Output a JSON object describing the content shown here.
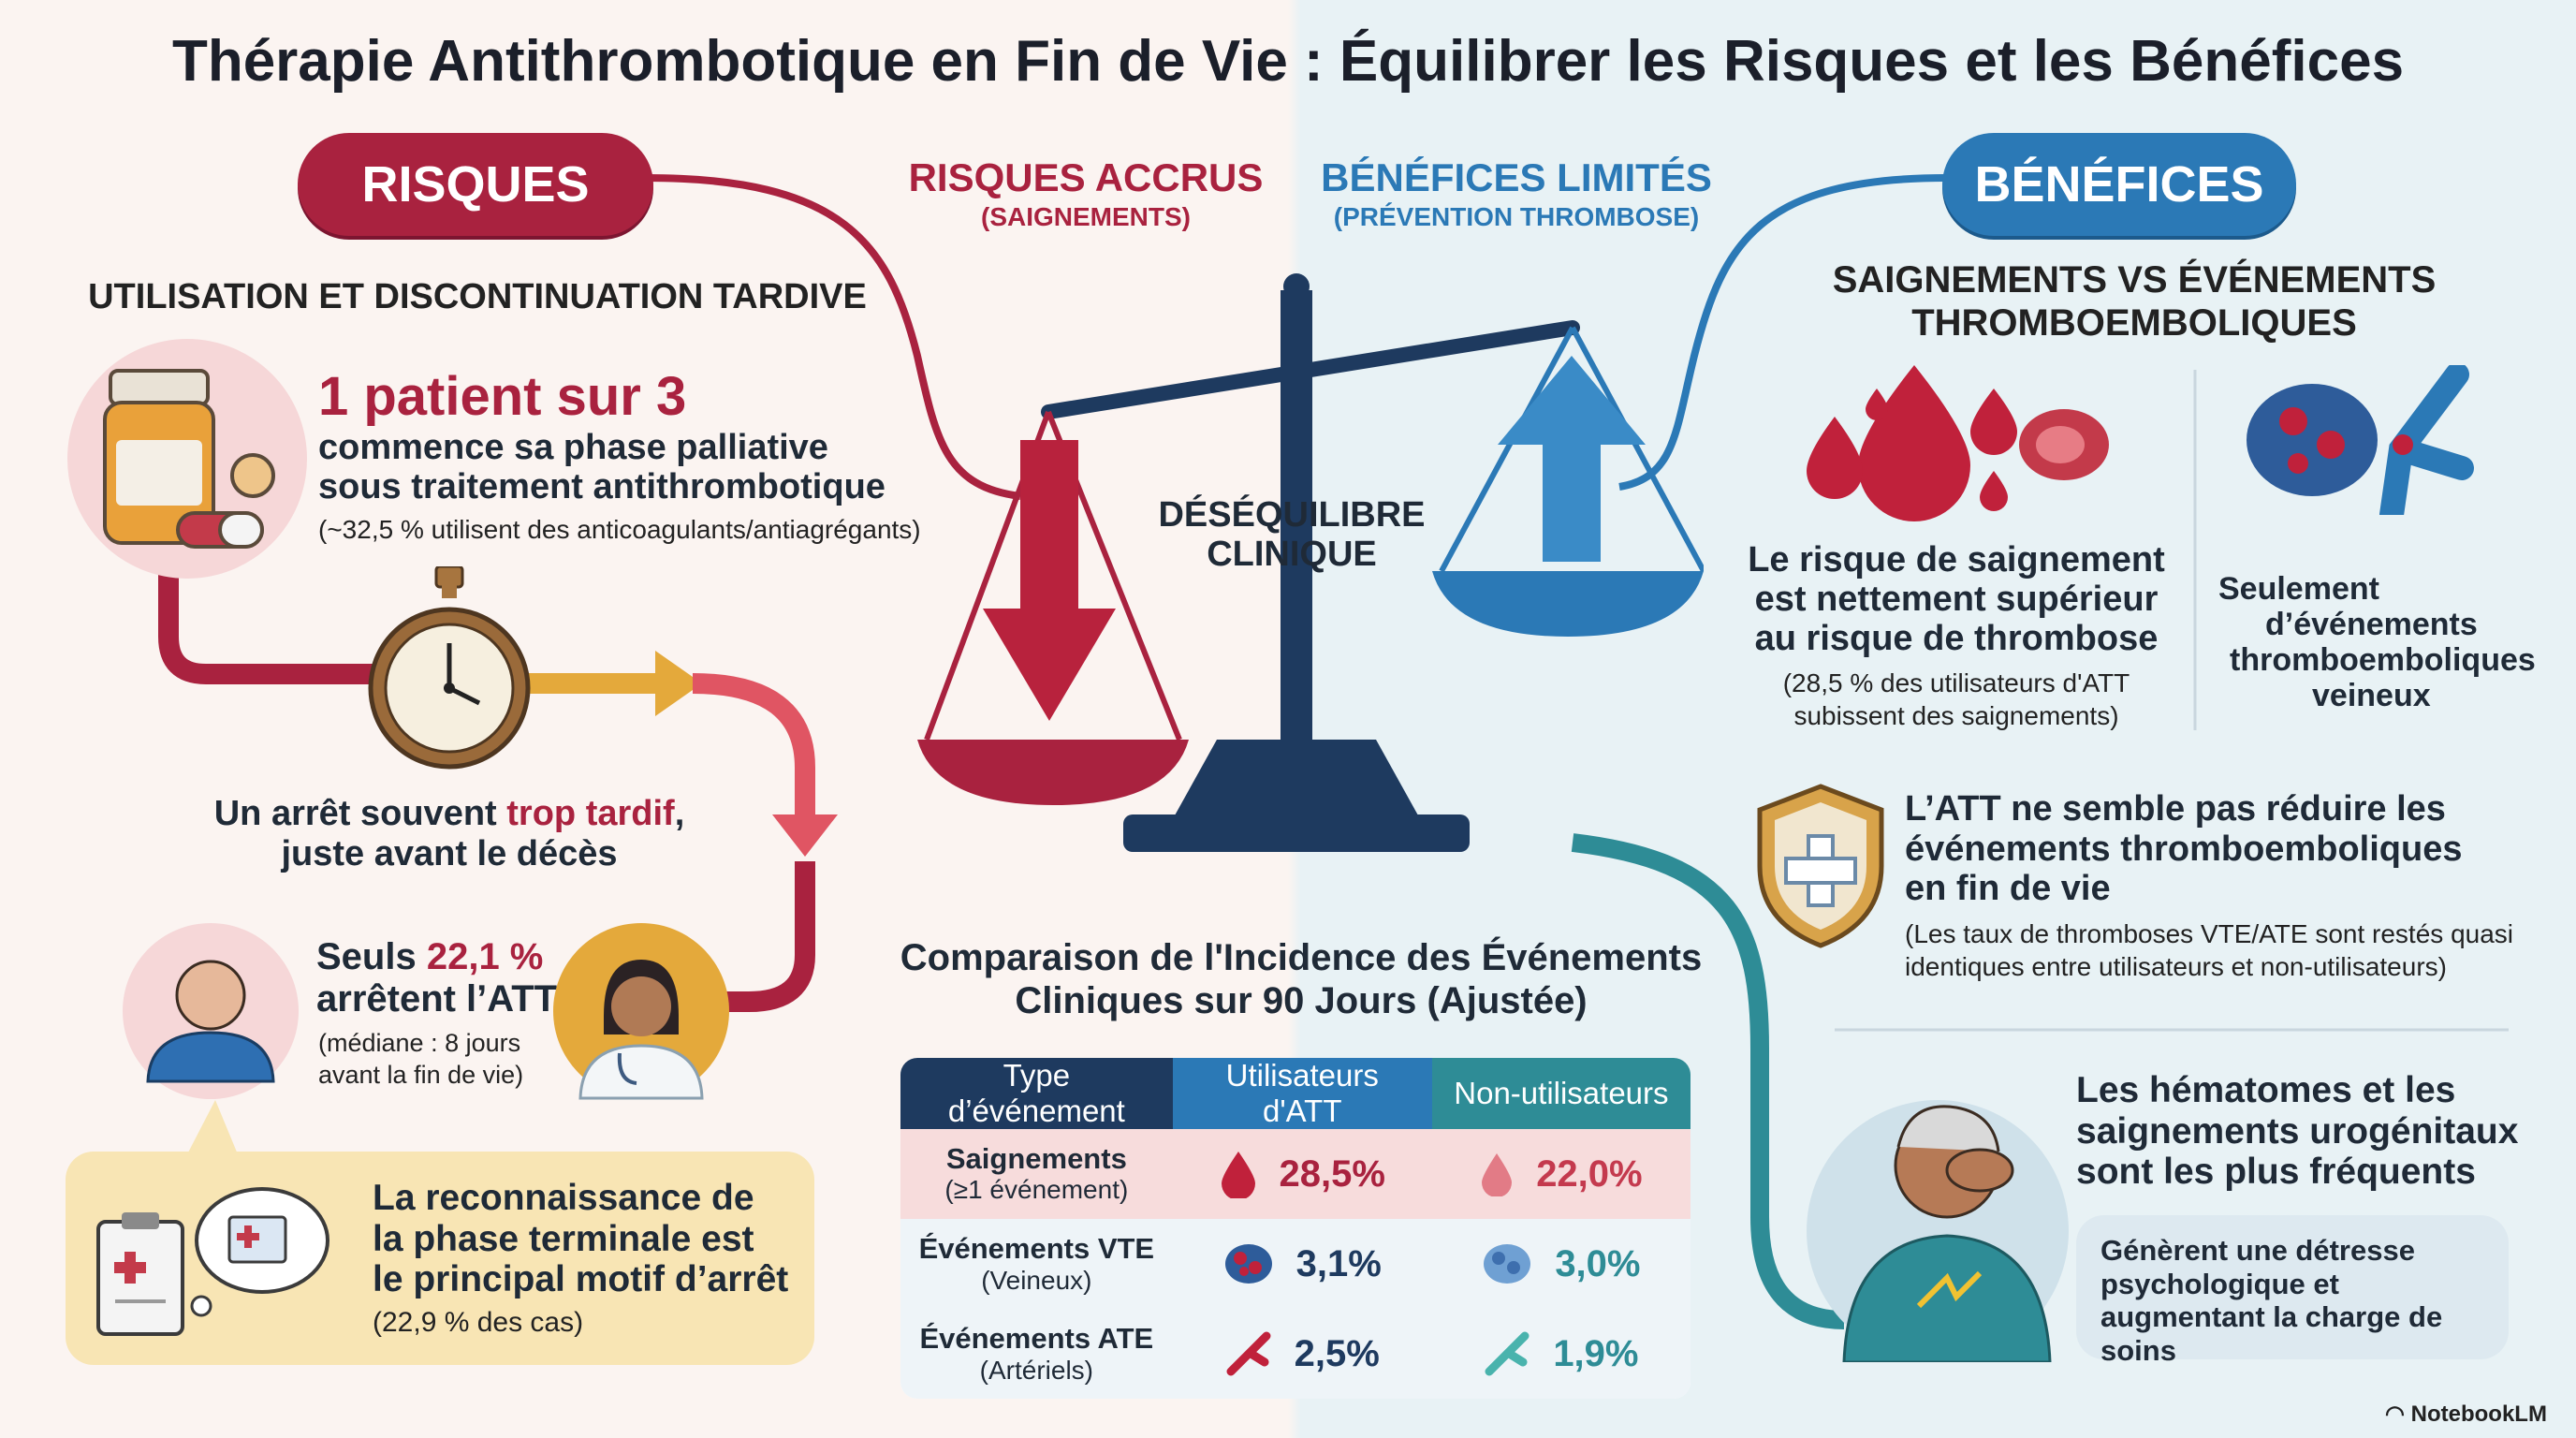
{
  "title": "Thérapie Antithrombotique en Fin de Vie : Équilibrer les Risques et les Bénéfices",
  "left": {
    "pill": "RISQUES",
    "heading": "UTILISATION ET DISCONTINUATION TARDIVE",
    "stat_big": "1 patient sur 3",
    "stat_text": "commence sa phase palliative sous traitement antithrombotique",
    "stat_note": "(~32,5 % utilisent des anticoagulants/antiagrégants)",
    "late_stop_a": "Un arrêt souvent ",
    "late_stop_b": "trop tardif",
    "late_stop_c": ",",
    "late_stop_d": "juste avant le décès",
    "seuls_a": "Seuls ",
    "seuls_b": "22,1 %",
    "seuls_c": "arrêtent l’ATT",
    "seuls_note_1": "(médiane : 8 jours",
    "seuls_note_2": "avant la fin de vie)",
    "reason_text": "La reconnaissance de la phase terminale est le principal motif d’arrêt",
    "reason_note": "(22,9 % des cas)"
  },
  "center": {
    "risk_label": "RISQUES ACCRUS",
    "risk_sub": "(SAIGNEMENTS)",
    "benefit_label": "BÉNÉFICES LIMITÉS",
    "benefit_sub": "(PRÉVENTION THROMBOSE)",
    "imbalance_1": "DÉSÉQUILIBRE",
    "imbalance_2": "CLINIQUE",
    "table_title_1": "Comparaison de l'Incidence des Événements",
    "table_title_2": "Cliniques sur 90 Jours (Ajustée)",
    "table": {
      "headers": [
        "Type d’événement",
        "Utilisateurs d'ATT",
        "Non-utilisateurs"
      ],
      "rows": [
        {
          "name": "Saignements",
          "sub": "(≥1 événement)",
          "att": "28,5%",
          "non": "22,0%"
        },
        {
          "name": "Événements VTE",
          "sub": "(Veineux)",
          "att": "3,1%",
          "non": "3,0%"
        },
        {
          "name": "Événements ATE",
          "sub": "(Artériels)",
          "att": "2,5%",
          "non": "1,9%"
        }
      ]
    }
  },
  "right": {
    "pill": "BÉNÉFICES",
    "heading_1": "SAIGNEMENTS VS ÉVÉNEMENTS",
    "heading_2": "THROMBOEMBOLIQUES",
    "bleed_text": "Le risque de saignement est nettement supérieur au risque de thrombose",
    "bleed_note": "(28,5 % des utilisateurs d'ATT subissent des saignements)",
    "only_1": "Seulement",
    "only_2": "d’événements",
    "only_3": "thromboemboliques",
    "only_4": "veineux",
    "shield_text": "L’ATT ne semble pas réduire les événements thromboemboliques en fin de vie",
    "shield_note": "(Les taux de thromboses VTE/ATE sont restés quasi identiques entre utilisateurs et non-utilisateurs)",
    "hema_text": "Les hématomes et les saignements urogénitaux sont les plus fréquents",
    "hema_box": "Génèrent une détresse psychologique et augmentant la charge de soins"
  },
  "footer": {
    "logo": "NotebookLM"
  },
  "colors": {
    "red": "#a9223f",
    "blue": "#2b79b6",
    "teal": "#2e8c96",
    "navy": "#1e3a5f",
    "amber": "#e4a93b"
  }
}
